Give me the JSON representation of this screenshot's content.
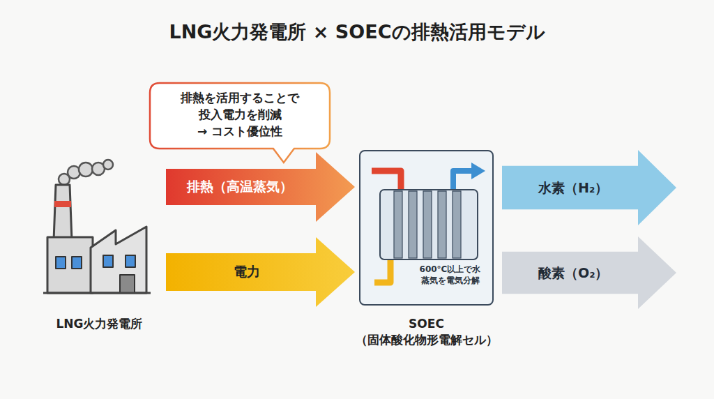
{
  "diagram": {
    "title": "LNG火力発電所 × SOECの排熱活用モデル",
    "nodes": [
      {
        "text": [
          "排熱を活用することで 投入電力を削減 → コスト優位性"
        ]
      },
      {
        "text": [
          "LNG火力発電所"
        ]
      },
      {
        "text": [
          "600°C以上で水 蒸気を電気分解",
          "SOEC （固体酸化物形電解セル）"
        ]
      },
      {
        "text": [
          "水素（H₂）"
        ]
      },
      {
        "text": [
          "酸素（O₂）"
        ]
      }
    ],
    "edges": [
      {
        "from": 1,
        "to": 2,
        "arrow": "to",
        "label": "排熱（高温蒸気）"
      },
      {
        "from": 1,
        "to": 2,
        "arrow": "to",
        "label": "電力"
      }
    ]
  }
}
